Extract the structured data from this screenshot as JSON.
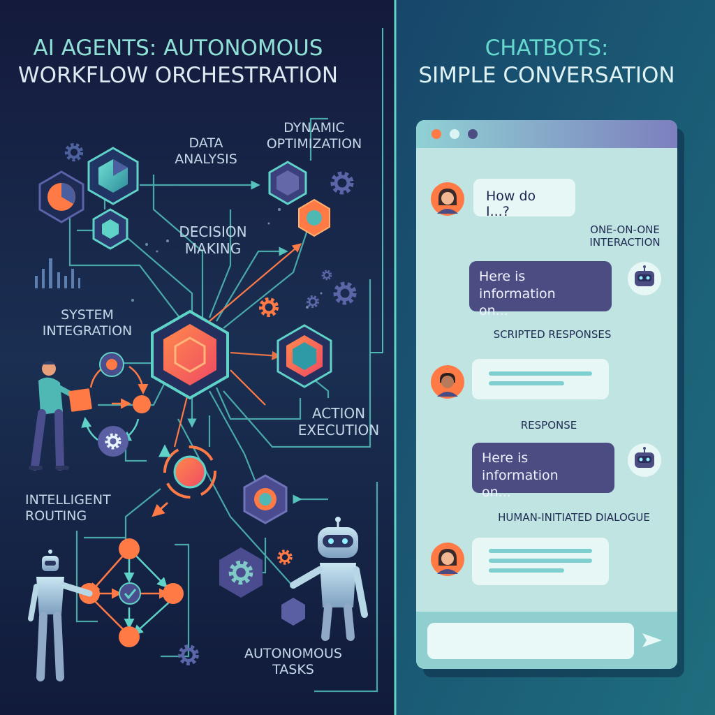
{
  "left_panel": {
    "title": {
      "line1": "AI AGENTS: AUTONOMOUS",
      "line2": "WORKFLOW ORCHESTRATION"
    },
    "labels": {
      "data_analysis": [
        "DATA",
        "ANALYSIS"
      ],
      "dynamic_optimization": [
        "DYNAMIC",
        "OPTIMIZATION"
      ],
      "decision_making": [
        "DECISION",
        "MAKING"
      ],
      "system_integration": [
        "SYSTEM",
        "INTEGRATION"
      ],
      "action_execution": [
        "ACTION",
        "EXECUTION"
      ],
      "intelligent_routing": [
        "INTELLIGENT",
        "ROUTING"
      ],
      "autonomous_tasks": [
        "AUTONOMOUS",
        "TASKS"
      ]
    }
  },
  "right_panel": {
    "title": {
      "line1": "CHATBOTS:",
      "line2": "SIMPLE CONVERSATION"
    },
    "chat": {
      "messages": {
        "user_question": "How do I...?",
        "bot_reply_1": [
          "Here is information",
          "on..."
        ],
        "bot_reply_2": [
          "Here is information",
          "on..."
        ]
      },
      "labels": {
        "one_on_one": [
          "ONE-ON-ONE",
          "INTERACTION"
        ],
        "scripted": "SCRIPTED RESPONSES",
        "response": "RESPONSE",
        "human_initiated": "HUMAN-INITIATED DIALOGUE"
      }
    }
  },
  "colors": {
    "left_bg": "#131c3e",
    "right_bg": "#1d5b72",
    "teal": "#5fd3c8",
    "orange": "#ff7a45",
    "purple": "#5b5ea3",
    "title_accent": "#67d8cd",
    "chat_bg": "#bfe4e2",
    "bot_bubble": "#4a4c82"
  },
  "icons": [
    "gear-icon",
    "hexagon-node-icon",
    "robot-icon",
    "person-icon",
    "avatar-icon",
    "send-icon",
    "bar-chart-icon",
    "check-icon"
  ]
}
